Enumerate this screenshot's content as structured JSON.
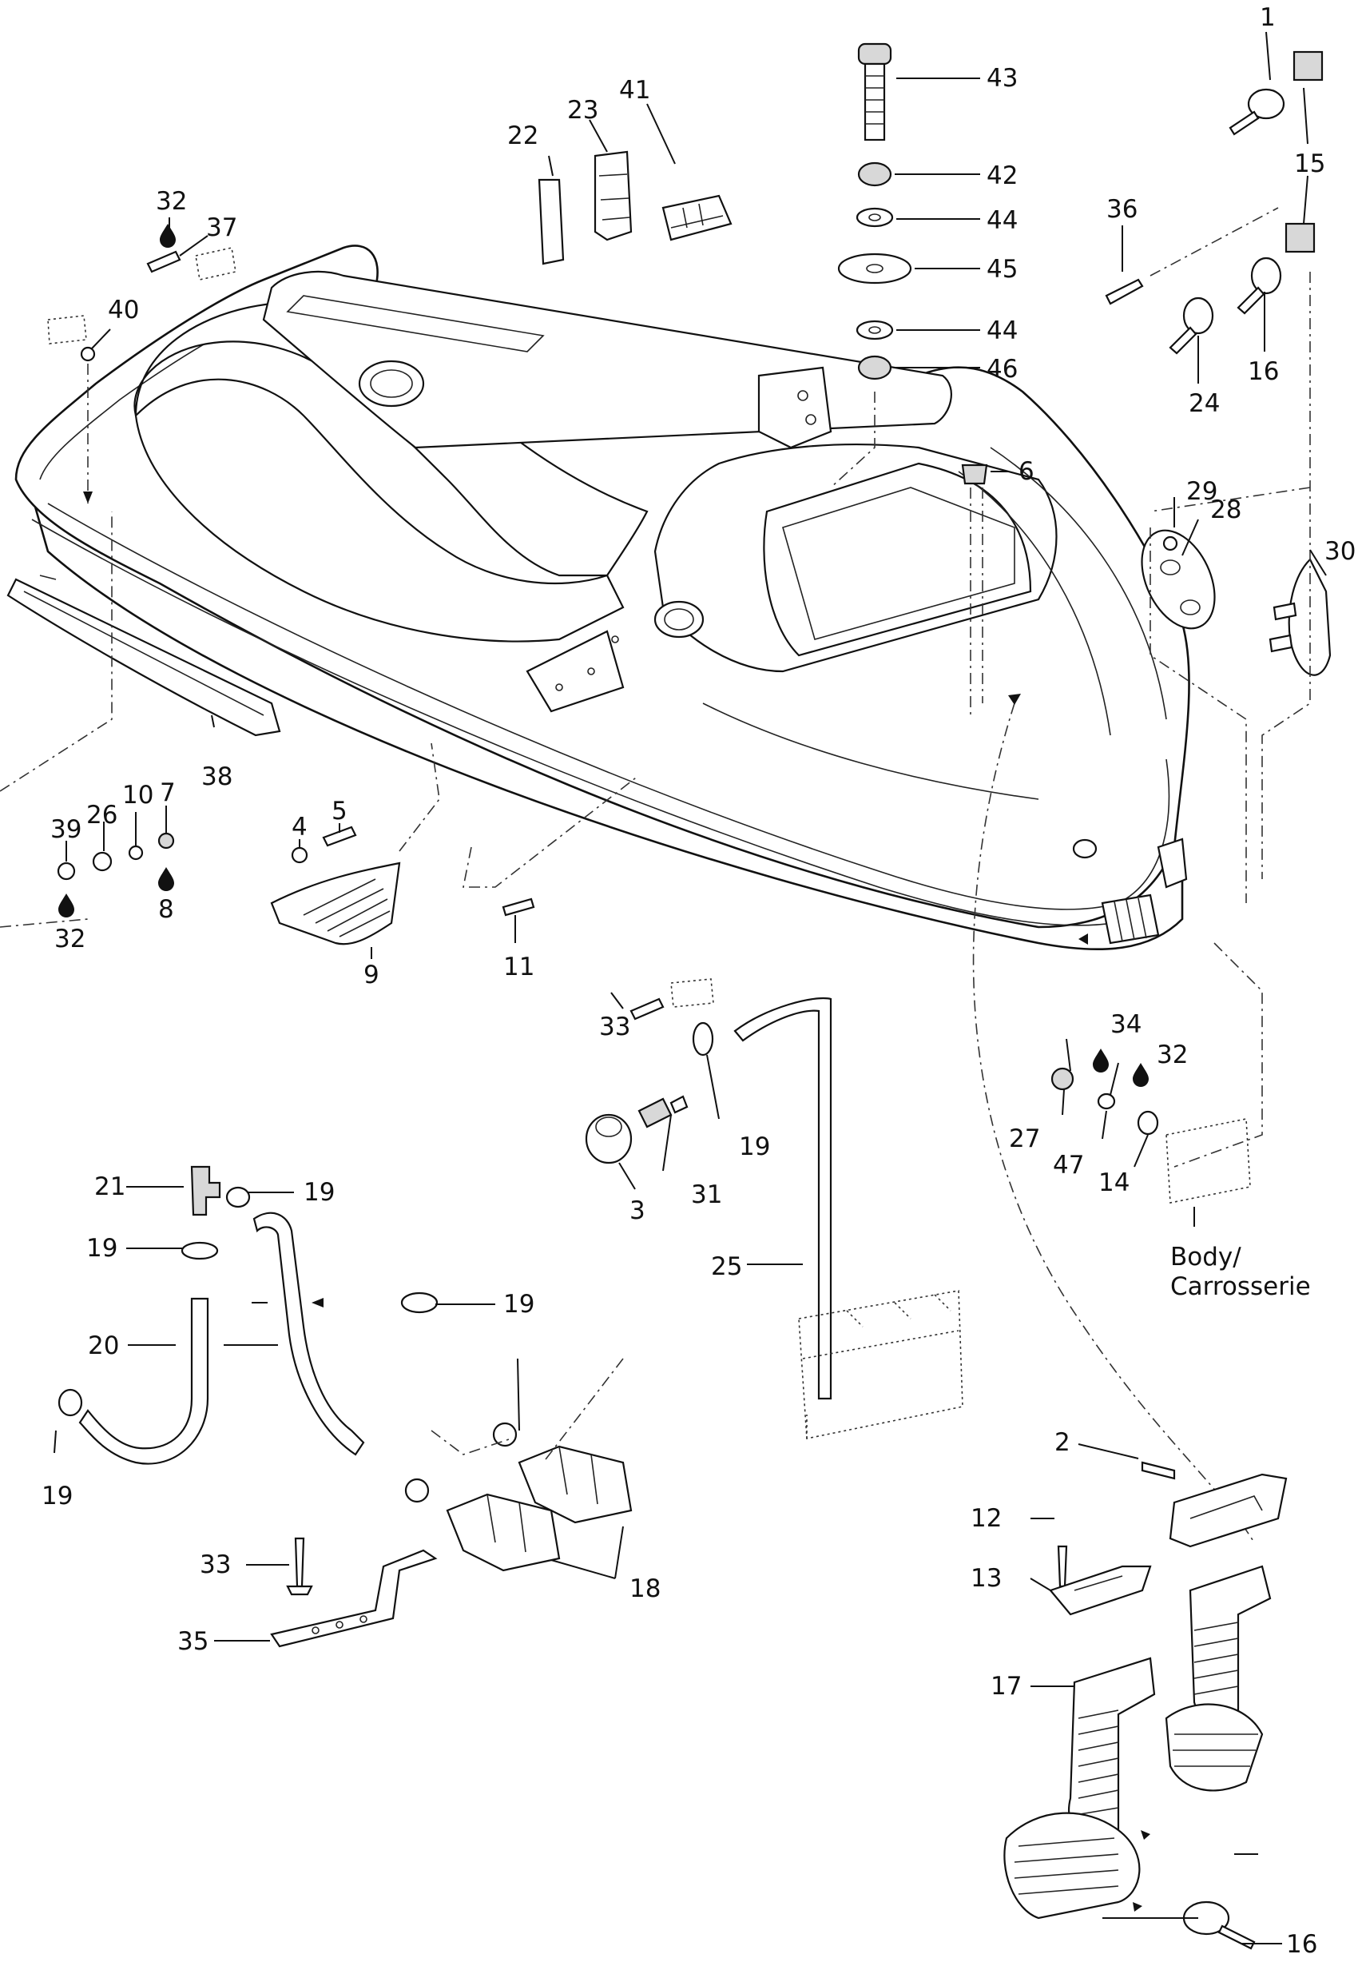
{
  "diagram": {
    "callouts": [
      "1",
      "2",
      "3",
      "4",
      "5",
      "6",
      "7",
      "8",
      "9",
      "10",
      "11",
      "12",
      "13",
      "14",
      "15",
      "16",
      "17",
      "18",
      "19",
      "20",
      "21",
      "22",
      "23",
      "24",
      "25",
      "26",
      "27",
      "28",
      "29",
      "30",
      "31",
      "32",
      "33",
      "34",
      "35",
      "36",
      "37",
      "38",
      "39",
      "40",
      "41",
      "42",
      "43",
      "44",
      "45",
      "46",
      "47"
    ],
    "body_label_line1": "Body/",
    "body_label_line2": "Carrosserie"
  }
}
